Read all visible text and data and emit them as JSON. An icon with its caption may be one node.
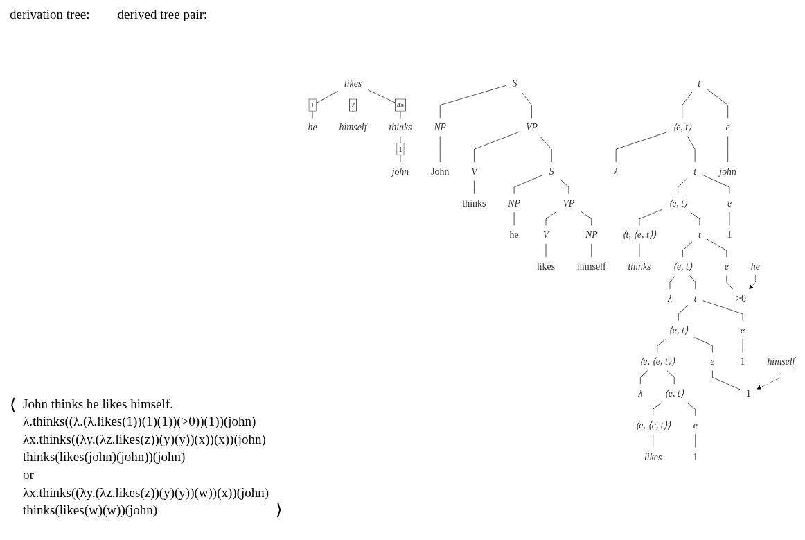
{
  "diagram": {
    "nodes": [
      {
        "text": [
          "likes"
        ]
      },
      {
        "text": [
          "he"
        ]
      },
      {
        "text": [
          "himself"
        ]
      },
      {
        "text": [
          "thinks"
        ]
      },
      {
        "text": [
          "john"
        ]
      },
      {
        "text": [
          "S"
        ]
      },
      {
        "text": [
          "NP"
        ]
      },
      {
        "text": [
          "VP"
        ]
      },
      {
        "text": [
          "John"
        ]
      },
      {
        "text": [
          "V"
        ]
      },
      {
        "text": [
          "S"
        ]
      },
      {
        "text": [
          "thinks"
        ]
      },
      {
        "text": [
          "NP"
        ]
      },
      {
        "text": [
          "VP"
        ]
      },
      {
        "text": [
          "he"
        ]
      },
      {
        "text": [
          "V"
        ]
      },
      {
        "text": [
          "NP"
        ]
      },
      {
        "text": [
          "likes"
        ]
      },
      {
        "text": [
          "himself"
        ]
      },
      {
        "text": [
          "t"
        ]
      },
      {
        "text": [
          "⟨e, t⟩"
        ]
      },
      {
        "text": [
          "e"
        ]
      },
      {
        "text": [
          "λ"
        ]
      },
      {
        "text": [
          "t"
        ]
      },
      {
        "text": [
          "john"
        ]
      },
      {
        "text": [
          "⟨e, t⟩"
        ]
      },
      {
        "text": [
          "e"
        ]
      },
      {
        "text": [
          "⟨t, ⟨e, t⟩⟩"
        ]
      },
      {
        "text": [
          "t"
        ]
      },
      {
        "text": [
          "1"
        ]
      },
      {
        "text": [
          "thinks"
        ]
      },
      {
        "text": [
          "⟨e, t⟩"
        ]
      },
      {
        "text": [
          "e"
        ]
      },
      {
        "text": [
          "λ"
        ]
      },
      {
        "text": [
          "t"
        ]
      },
      {
        "text": [
          ">0"
        ]
      },
      {
        "text": [
          "⟨e, t⟩"
        ]
      },
      {
        "text": [
          "e"
        ]
      },
      {
        "text": [
          "he"
        ]
      },
      {
        "text": [
          "⟨e, ⟨e, t⟩⟩"
        ]
      },
      {
        "text": [
          "e"
        ]
      },
      {
        "text": [
          "1"
        ]
      },
      {
        "text": [
          "λ"
        ]
      },
      {
        "text": [
          "⟨e, t⟩"
        ]
      },
      {
        "text": [
          "1"
        ]
      },
      {
        "text": [
          "himself"
        ]
      },
      {
        "text": [
          "⟨e, ⟨e, t⟩⟩"
        ]
      },
      {
        "text": [
          "e"
        ]
      },
      {
        "text": [
          "likes"
        ]
      },
      {
        "text": [
          "1"
        ]
      }
    ],
    "edges": [
      {
        "from": 0,
        "to": 1,
        "arrow": "none",
        "label": "1"
      },
      {
        "from": 0,
        "to": 2,
        "arrow": "none",
        "label": "2"
      },
      {
        "from": 0,
        "to": 3,
        "arrow": "none",
        "label": "4a"
      },
      {
        "from": 3,
        "to": 4,
        "arrow": "none",
        "label": "1"
      },
      {
        "from": 5,
        "to": 6,
        "arrow": "none"
      },
      {
        "from": 5,
        "to": 7,
        "arrow": "none"
      },
      {
        "from": 6,
        "to": 8,
        "arrow": "none"
      },
      {
        "from": 7,
        "to": 9,
        "arrow": "none"
      },
      {
        "from": 7,
        "to": 10,
        "arrow": "none"
      },
      {
        "from": 9,
        "to": 11,
        "arrow": "none"
      },
      {
        "from": 10,
        "to": 12,
        "arrow": "none"
      },
      {
        "from": 10,
        "to": 13,
        "arrow": "none"
      },
      {
        "from": 12,
        "to": 14,
        "arrow": "none"
      },
      {
        "from": 13,
        "to": 15,
        "arrow": "none"
      },
      {
        "from": 13,
        "to": 16,
        "arrow": "none"
      },
      {
        "from": 15,
        "to": 17,
        "arrow": "none"
      },
      {
        "from": 16,
        "to": 18,
        "arrow": "none"
      },
      {
        "from": 19,
        "to": 20,
        "arrow": "none"
      },
      {
        "from": 19,
        "to": 21,
        "arrow": "none"
      },
      {
        "from": 20,
        "to": 22,
        "arrow": "none"
      },
      {
        "from": 20,
        "to": 23,
        "arrow": "none"
      },
      {
        "from": 21,
        "to": 24,
        "arrow": "none"
      },
      {
        "from": 23,
        "to": 25,
        "arrow": "none"
      },
      {
        "from": 23,
        "to": 26,
        "arrow": "none"
      },
      {
        "from": 25,
        "to": 27,
        "arrow": "none"
      },
      {
        "from": 25,
        "to": 28,
        "arrow": "none"
      },
      {
        "from": 26,
        "to": 29,
        "arrow": "none"
      },
      {
        "from": 27,
        "to": 30,
        "arrow": "none"
      },
      {
        "from": 28,
        "to": 31,
        "arrow": "none"
      },
      {
        "from": 28,
        "to": 32,
        "arrow": "none"
      },
      {
        "from": 31,
        "to": 33,
        "arrow": "none"
      },
      {
        "from": 31,
        "to": 34,
        "arrow": "none"
      },
      {
        "from": 32,
        "to": 35,
        "arrow": "none"
      },
      {
        "from": 34,
        "to": 36,
        "arrow": "none"
      },
      {
        "from": 34,
        "to": 37,
        "arrow": "none"
      },
      {
        "from": 38,
        "to": 35,
        "arrow": "to",
        "style": "dashed"
      },
      {
        "from": 36,
        "to": 39,
        "arrow": "none"
      },
      {
        "from": 36,
        "to": 40,
        "arrow": "none"
      },
      {
        "from": 37,
        "to": 41,
        "arrow": "none"
      },
      {
        "from": 39,
        "to": 42,
        "arrow": "none"
      },
      {
        "from": 39,
        "to": 43,
        "arrow": "none"
      },
      {
        "from": 40,
        "to": 44,
        "arrow": "none"
      },
      {
        "from": 45,
        "to": 44,
        "arrow": "to",
        "style": "dashed"
      },
      {
        "from": 43,
        "to": 46,
        "arrow": "none"
      },
      {
        "from": 43,
        "to": 47,
        "arrow": "none"
      },
      {
        "from": 46,
        "to": 48,
        "arrow": "none"
      },
      {
        "from": 47,
        "to": 49,
        "arrow": "none"
      }
    ],
    "labels": [
      "derivation tree:",
      "derived tree pair:",
      "⟨",
      "John thinks he likes himself.",
      "λ.thinks((λ.(λ.likes(1))(1)(1))(>0))(1))(john)",
      "λx.thinks((λy.(λz.likes(z))(y)(y))(x))(x))(john)",
      "thinks(likes(john)(john))(john)",
      "or",
      "λx.thinks((λy.(λz.likes(z))(y)(y))(w))(x))(john)",
      "thinks(likes(w)(w))(john)",
      "⟩"
    ]
  }
}
